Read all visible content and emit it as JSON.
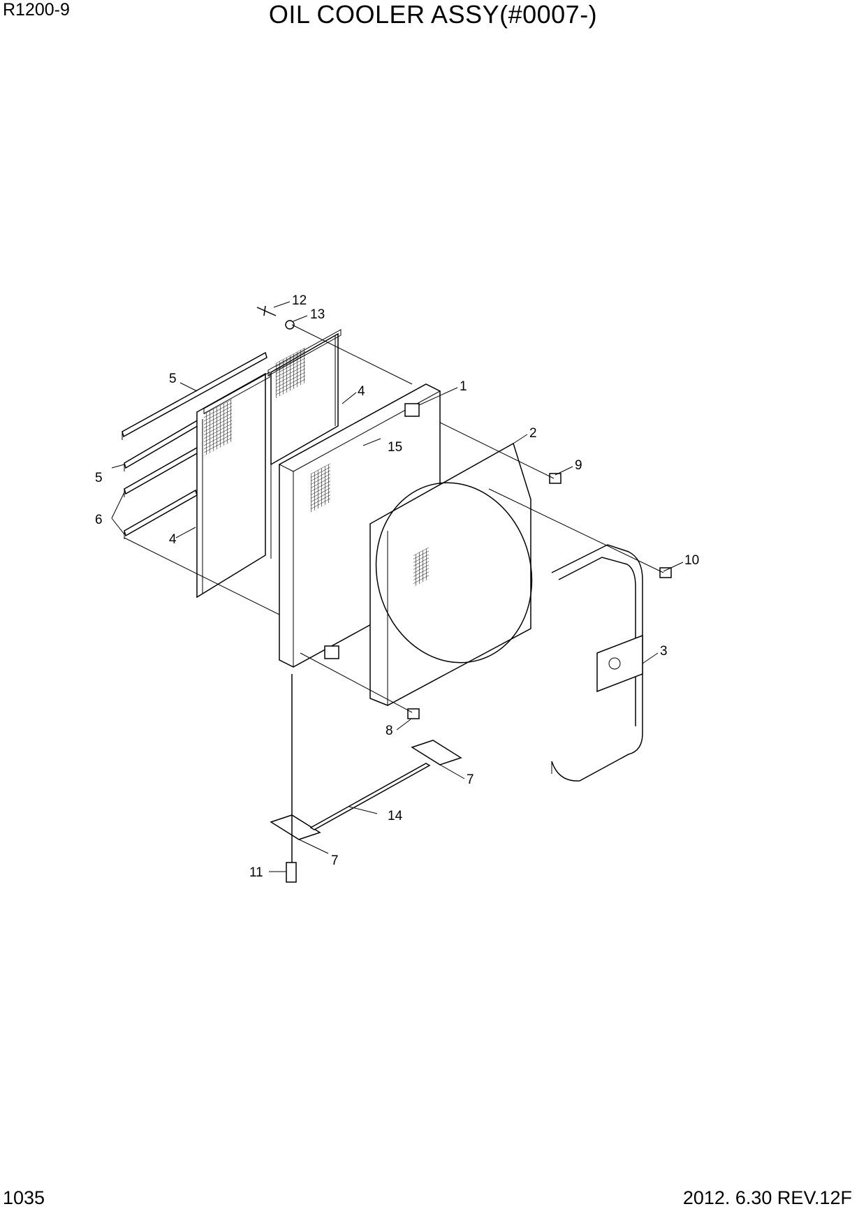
{
  "header": {
    "model": "R1200-9",
    "title": "OIL COOLER ASSY(#0007-)"
  },
  "footer": {
    "page_number": "1035",
    "revision": "2012. 6.30  REV.12F"
  },
  "callouts": [
    {
      "id": "c1",
      "text": "1"
    },
    {
      "id": "c2",
      "text": "2"
    },
    {
      "id": "c3",
      "text": "3"
    },
    {
      "id": "c4a",
      "text": "4"
    },
    {
      "id": "c4b",
      "text": "4"
    },
    {
      "id": "c5a",
      "text": "5"
    },
    {
      "id": "c5b",
      "text": "5"
    },
    {
      "id": "c6",
      "text": "6"
    },
    {
      "id": "c7a",
      "text": "7"
    },
    {
      "id": "c7b",
      "text": "7"
    },
    {
      "id": "c8",
      "text": "8"
    },
    {
      "id": "c9",
      "text": "9"
    },
    {
      "id": "c10",
      "text": "10"
    },
    {
      "id": "c11",
      "text": "11"
    },
    {
      "id": "c12",
      "text": "12"
    },
    {
      "id": "c13",
      "text": "13"
    },
    {
      "id": "c14",
      "text": "14"
    },
    {
      "id": "c15",
      "text": "15"
    }
  ]
}
